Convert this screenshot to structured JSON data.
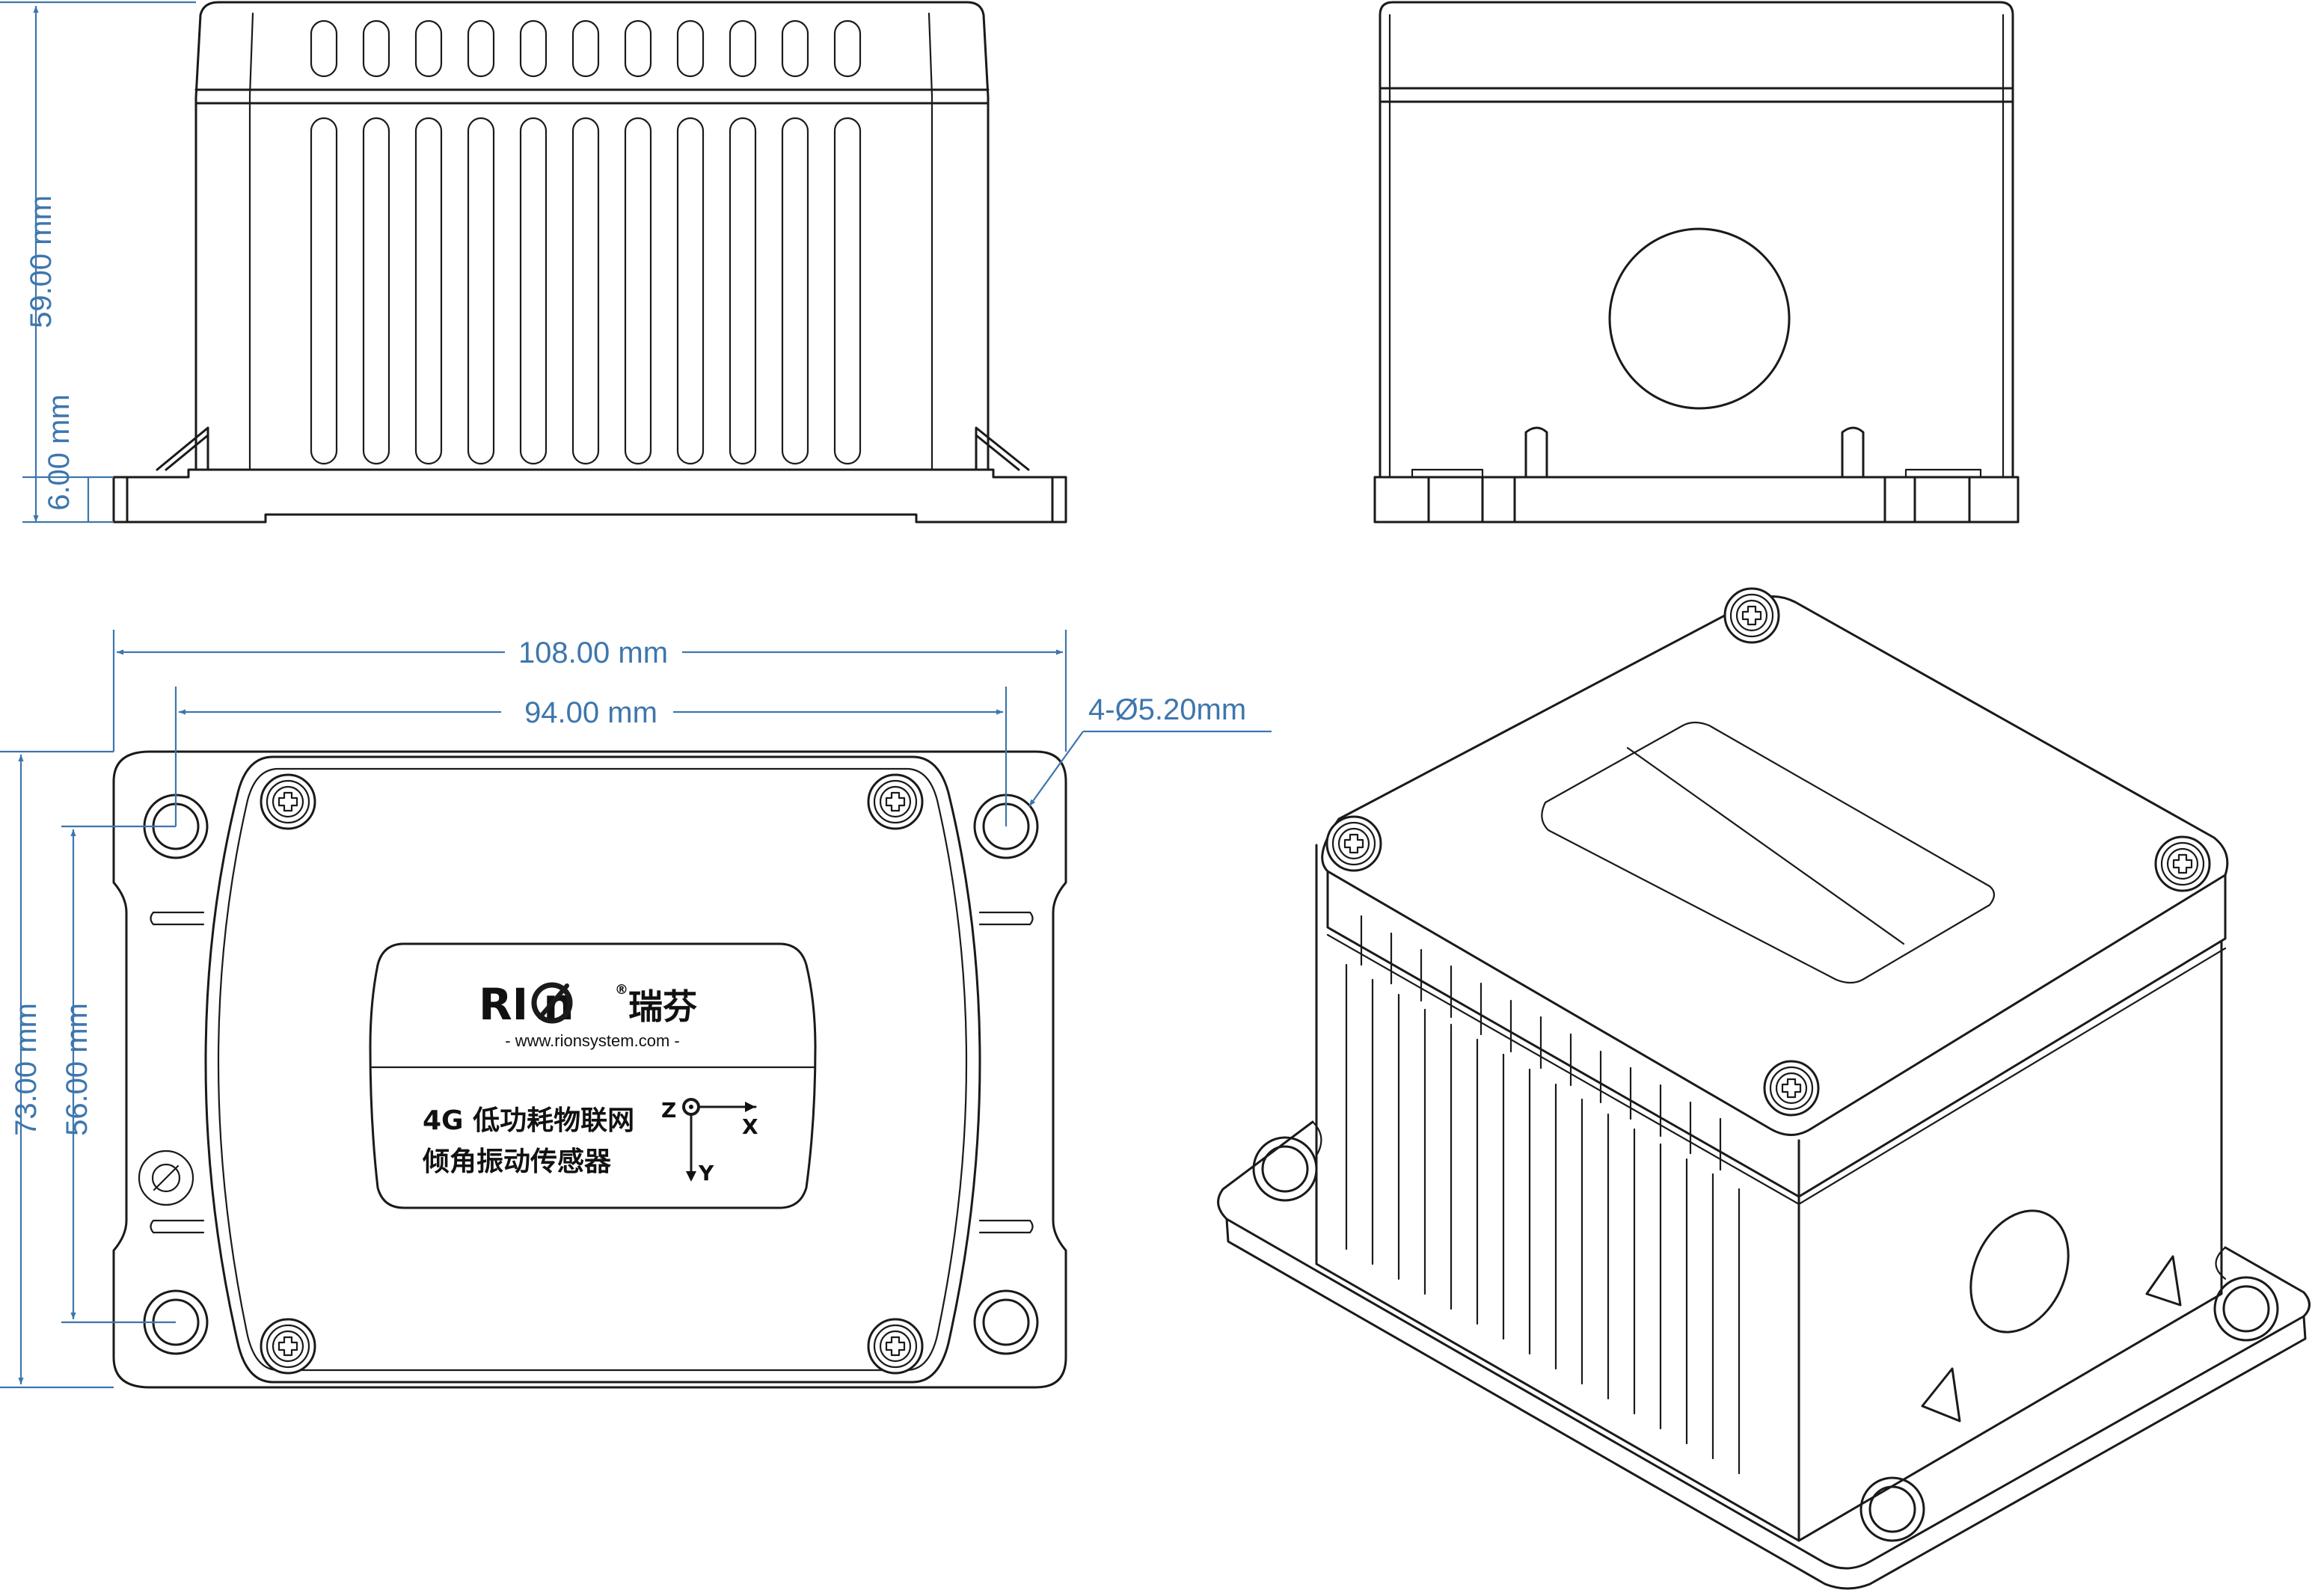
{
  "dimensions": {
    "height_total": "59.00 mm",
    "flange_height": "6.00 mm",
    "length_total": "108.00 mm",
    "hole_spacing_x": "94.00 mm",
    "hole_spec": "4-Ø5.20mm",
    "width_total": "73.00 mm",
    "hole_spacing_y": "56.00 mm"
  },
  "label": {
    "brand": "RI  n",
    "brand_cn": "瑞芬",
    "registered": "®",
    "website": "- www.rionsystem.com -",
    "line1": "4G 低功耗物联网",
    "line2": "倾角振动传感器",
    "axis_z": "Z",
    "axis_x": "X",
    "axis_y": "Y"
  },
  "colors": {
    "dimension": "#3d76ad",
    "outline": "#1a1a1a"
  }
}
